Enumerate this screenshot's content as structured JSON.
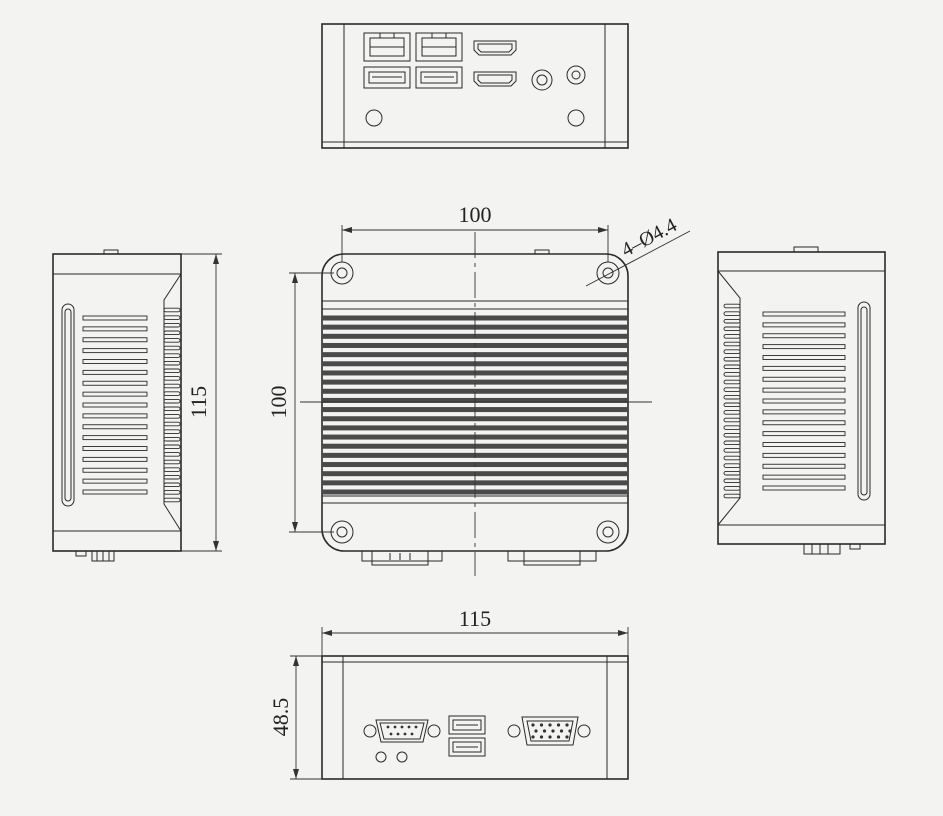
{
  "drawing": {
    "background": "#f3f3f1",
    "line_color": "#2a2a2a"
  },
  "dimensions": {
    "top_view_width": "100",
    "top_view_height": "100",
    "hole_callout": "4–Ø4.4",
    "side_view_length": "115",
    "front_view_width": "115",
    "front_view_height": "48.5"
  },
  "views": {
    "rear_panel": {
      "ports": [
        "lan-port",
        "lan-port",
        "usb-port",
        "usb-port",
        "hdmi-port",
        "hdmi-port",
        "audio-jack",
        "dc-jack",
        "antenna-hole",
        "antenna-hole"
      ]
    },
    "front_panel": {
      "ports": [
        "serial-port",
        "usb-port",
        "usb-port",
        "vga-port",
        "led-hole",
        "led-hole"
      ]
    },
    "left_side": {
      "fins": 17
    },
    "right_side": {
      "fins": 17
    },
    "top": {
      "fins": 20,
      "mount_holes": 4
    }
  }
}
